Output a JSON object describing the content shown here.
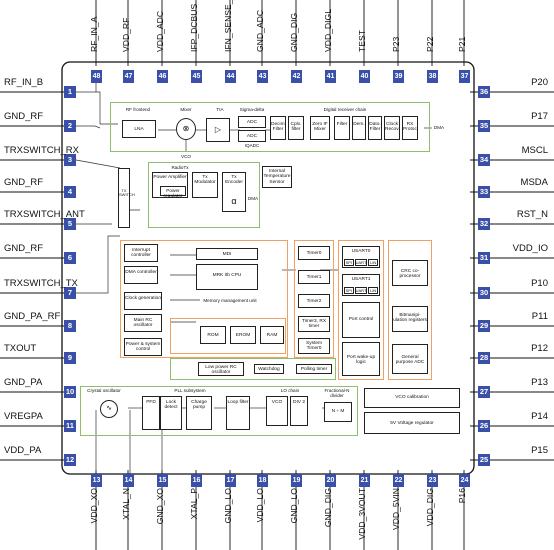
{
  "pins": {
    "left": [
      {
        "num": "1",
        "label": "RF_IN_B"
      },
      {
        "num": "2",
        "label": "GND_RF"
      },
      {
        "num": "3",
        "label": "TRXSWITCH_RX"
      },
      {
        "num": "4",
        "label": "GND_RF"
      },
      {
        "num": "5",
        "label": "TRXSWITCH_ANT"
      },
      {
        "num": "6",
        "label": "GND_RF"
      },
      {
        "num": "7",
        "label": "TRXSWITCH_TX"
      },
      {
        "num": "8",
        "label": "GND_PA_RF"
      },
      {
        "num": "9",
        "label": "TXOUT"
      },
      {
        "num": "10",
        "label": "GND_PA"
      },
      {
        "num": "11",
        "label": "VREGPA"
      },
      {
        "num": "12",
        "label": "VDD_PA"
      }
    ],
    "right": [
      {
        "num": "36",
        "label": "P20"
      },
      {
        "num": "35",
        "label": "P17"
      },
      {
        "num": "34",
        "label": "MSCL"
      },
      {
        "num": "33",
        "label": "MSDA"
      },
      {
        "num": "32",
        "label": "RST_N"
      },
      {
        "num": "31",
        "label": "VDD_IO"
      },
      {
        "num": "30",
        "label": "P10"
      },
      {
        "num": "29",
        "label": "P11"
      },
      {
        "num": "28",
        "label": "P12"
      },
      {
        "num": "27",
        "label": "P13"
      },
      {
        "num": "26",
        "label": "P14"
      },
      {
        "num": "25",
        "label": "P15"
      }
    ],
    "top": [
      {
        "num": "48",
        "label": "RF_IN_A"
      },
      {
        "num": "47",
        "label": "VDD_RF"
      },
      {
        "num": "46",
        "label": "VDD_ADC"
      },
      {
        "num": "45",
        "label": "IFP_DCBUS"
      },
      {
        "num": "44",
        "label": "IFN_SENSE_IN"
      },
      {
        "num": "43",
        "label": "GND_ADC"
      },
      {
        "num": "42",
        "label": "GND_DIG"
      },
      {
        "num": "41",
        "label": "VDD_DIGL"
      },
      {
        "num": "40",
        "label": "TEST"
      },
      {
        "num": "39",
        "label": "P23"
      },
      {
        "num": "38",
        "label": "P22"
      },
      {
        "num": "37",
        "label": "P21"
      }
    ],
    "bottom": [
      {
        "num": "13",
        "label": "VDD_XO"
      },
      {
        "num": "14",
        "label": "XTAL_N"
      },
      {
        "num": "15",
        "label": "GND_XO"
      },
      {
        "num": "16",
        "label": "XTAL_P"
      },
      {
        "num": "17",
        "label": "GND_LO"
      },
      {
        "num": "18",
        "label": "VDD_LO"
      },
      {
        "num": "19",
        "label": "GND_LO"
      },
      {
        "num": "20",
        "label": "GND_DIG"
      },
      {
        "num": "21",
        "label": "VDD_3VOUT"
      },
      {
        "num": "22",
        "label": "VDD_5VIN"
      },
      {
        "num": "23",
        "label": "VDD_DIG"
      },
      {
        "num": "24",
        "label": "P16"
      }
    ]
  },
  "blocks": {
    "rf_frontend": "RF frontend",
    "lna": "LNA",
    "mixer": "Mixer",
    "tia": "TIA",
    "vco": "VCO",
    "sigma_delta": "Sigma-delta",
    "adc_i": "ADC",
    "adc_q": "ADC",
    "iq_adc": "IQADC",
    "digital_receiver_chain": "Digital receiver chain",
    "decim_filter": "Decim. Filter",
    "cplx_filter": "Cplx. filter",
    "zero_if_mixer": "Zero IF Mixer",
    "filter": "Filter",
    "dem": "Dem.",
    "dato_filter": "Dato. Filter",
    "clock_recov": "Clock Recov.",
    "rx_proto": "RX Protoc.",
    "dma_rx": "DMA",
    "radio_tx": "RadioTx",
    "power_amplifier": "Power Amplifier",
    "power_regulator": "Power regulator",
    "tx_modulator": "Tx Modulator",
    "tx_encoder": "Tx Encoder",
    "dma_tx": "DMA",
    "alpha": "α",
    "internal_temp_sensor": "Internal Temperature Sensor",
    "tx_switch": "TX SWITCH",
    "interrupt_controller": "Interrupt controller",
    "dma_controller": "DMA controller",
    "mdi": "MDI",
    "mrk_cpu": "MRK IIb CPU",
    "mmu": "Memory management unit",
    "clock_generation": "Clock generation",
    "main_rc_oscillator": "Main RC oscillator",
    "power_system_control": "Power & system control",
    "rom": "ROM",
    "eerom": "EROM",
    "ram": "RAM",
    "timer0": "Timer0",
    "timer1": "Timer1",
    "timer2": "Timer2",
    "timer3_rx": "Timer3, RX timer",
    "system_timer": "System Timer0",
    "usart0": "USART0",
    "usart1": "USART1",
    "spi": "SPI",
    "uart": "UART",
    "lin": "LIN",
    "port_control": "Port control",
    "port_wakeup": "Port wake-up logic",
    "crc_coprocessor": "CRC co-processor",
    "bitmanip_registers": "Bitmanipi-ulation registers",
    "general_purpose_adc": "General purpose ADC",
    "low_power_rc": "Low power RC oscillator",
    "watchdog": "Watchdog",
    "polling_timer": "Polling timer",
    "crystal_oscillator": "Crystal oscillator",
    "pll_subsystem": "PLL subsystem",
    "pfd": "PFD",
    "lock_detect": "Lock detect",
    "charge_pump": "Charge pump",
    "loop_filter": "Loop filter",
    "lo_chain": "LO chain",
    "lo_vco": "VCO",
    "div2": "DIV 2",
    "fractional_n_divider": "Fractional-N divider",
    "n_m": "N ÷ M",
    "vcc_calibration": "VCO calibration",
    "voltage_regulator": "5V Voltage regulator"
  },
  "colors": {
    "pin_badge": "#3a4fa8",
    "green_group": "#8fbf6b",
    "orange_group": "#f0a060",
    "chip_border": "#111111"
  }
}
